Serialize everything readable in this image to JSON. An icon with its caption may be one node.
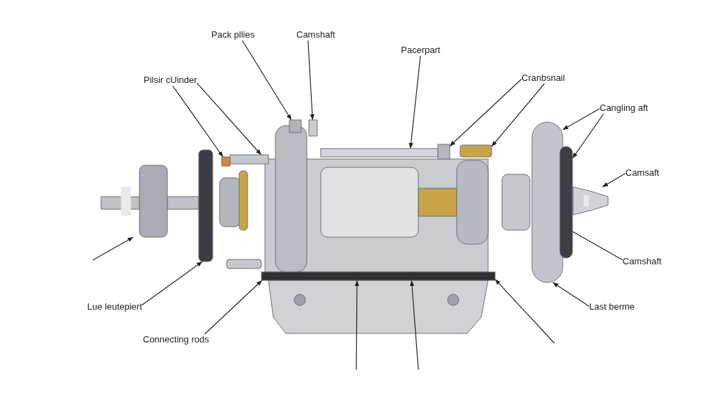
{
  "diagram": {
    "nodes": [
      {
        "text": [
          "Pack pllies"
        ]
      },
      {
        "text": [
          "Camshaft"
        ]
      },
      {
        "text": [
          "Pilsir cUinder"
        ]
      },
      {
        "text": [
          "Pacerpart"
        ]
      },
      {
        "text": [
          "Cranbsnail"
        ]
      },
      {
        "text": [
          "Cangling aft"
        ]
      },
      {
        "text": [
          "Camsaft"
        ]
      },
      {
        "text": [
          "Camshaft"
        ]
      },
      {
        "text": [
          "Last berme"
        ]
      },
      {
        "text": [
          "Lue leutepiert"
        ]
      },
      {
        "text": [
          "Connecting rods"
        ]
      },
      {
        "text": [],
        "shape": "picture"
      },
      {
        "text": [],
        "shape": "box"
      },
      {
        "text": [],
        "shape": "box"
      },
      {
        "text": [],
        "shape": "box"
      },
      {
        "text": [],
        "shape": "box"
      },
      {
        "text": [],
        "shape": "box"
      },
      {
        "text": [],
        "shape": "box"
      },
      {
        "text": [],
        "shape": "box"
      },
      {
        "text": [],
        "shape": "box"
      },
      {
        "text": [],
        "shape": "box"
      },
      {
        "text": [],
        "shape": "box"
      },
      {
        "text": [],
        "shape": "box"
      },
      {
        "text": [],
        "shape": "picture"
      }
    ],
    "edges": [
      {
        "from": 0,
        "to": 16,
        "arrow": "to"
      },
      {
        "from": 1,
        "to": 17,
        "arrow": "to"
      },
      {
        "from": 2,
        "to": 13,
        "arrow": "to"
      },
      {
        "from": 2,
        "to": 14,
        "arrow": "to"
      },
      {
        "from": 3,
        "to": 18,
        "arrow": "to"
      },
      {
        "from": 4,
        "to": 19,
        "arrow": "to"
      },
      {
        "from": 4,
        "to": 20,
        "arrow": "to"
      },
      {
        "from": 5,
        "to": 21,
        "arrow": "to"
      },
      {
        "from": 5,
        "to": 22,
        "arrow": "to"
      },
      {
        "from": 6,
        "to": 23,
        "arrow": "to"
      },
      {
        "from": 7,
        "to": 21,
        "arrow": "to"
      },
      {
        "from": 8,
        "to": 21,
        "arrow": "to"
      },
      {
        "from": 9,
        "to": 12,
        "arrow": "to"
      },
      {
        "from": 10,
        "to": 15,
        "arrow": "to"
      },
      {
        "from": null,
        "to": 11,
        "arrow": "to"
      },
      {
        "from": null,
        "to": 15,
        "arrow": "to"
      },
      {
        "from": null,
        "to": 15,
        "arrow": "to"
      },
      {
        "from": null,
        "to": 15,
        "arrow": "to"
      }
    ]
  }
}
